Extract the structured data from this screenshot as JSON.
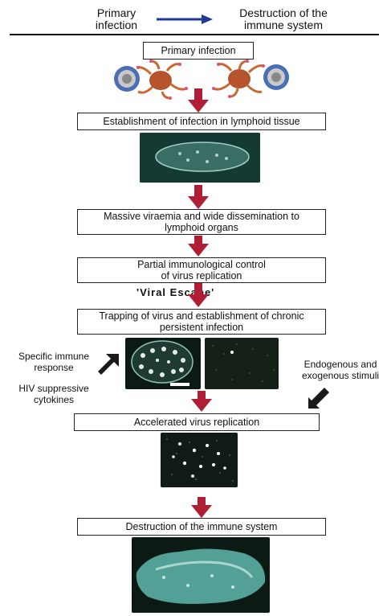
{
  "header": {
    "left": "Primary\ninfection",
    "right": "Destruction of the\nimmune system"
  },
  "steps": [
    {
      "label": "Primary infection"
    },
    {
      "label": "Establishment of infection in lymphoid tissue"
    },
    {
      "label": "Massive viraemia and wide dissemination to\nlymphoid organs"
    },
    {
      "label": "Partial immunological control\nof virus replication"
    },
    {
      "label": "Trapping of virus and establishment of chronic\npersistent infection"
    },
    {
      "label": "Accelerated virus replication"
    },
    {
      "label": "Destruction of the immune system"
    }
  ],
  "viral_escape": "'Viral Escape'",
  "side_labels": {
    "specific_immune": "Specific immune\nresponse",
    "hiv_suppressive": "HIV suppressive\ncytokines",
    "endogenous": "Endogenous and\nexogenous stimuli"
  },
  "colors": {
    "arrow_red": "#b01e35",
    "arrow_blue": "#1f3a93",
    "arrow_black": "#1a1a1a",
    "tissue_dark": "#0c1a14",
    "tissue_teal": "#5fb8ad"
  }
}
